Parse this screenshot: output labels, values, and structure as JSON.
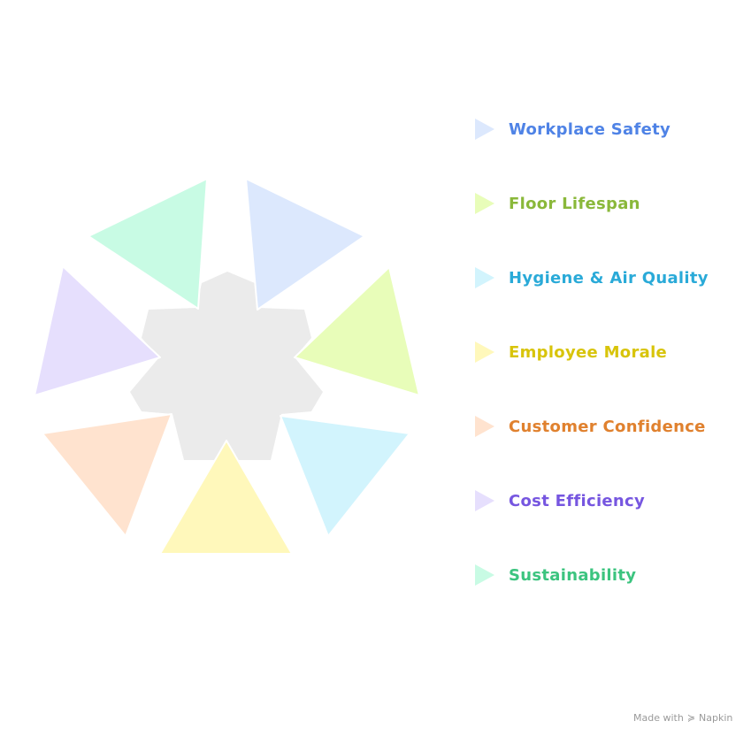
{
  "items": [
    {
      "label": "Workplace Safety",
      "fill": "#dce8fd",
      "color": "#4f83e6"
    },
    {
      "label": "Floor Lifespan",
      "fill": "#e8fdb9",
      "color": "#8ab83a"
    },
    {
      "label": "Hygiene & Air Quality",
      "fill": "#d2f4fd",
      "color": "#2aaad8"
    },
    {
      "label": "Employee Morale",
      "fill": "#fff8bb",
      "color": "#d8c40a"
    },
    {
      "label": "Customer Confidence",
      "fill": "#ffe3cf",
      "color": "#e0812e"
    },
    {
      "label": "Cost Efficiency",
      "fill": "#e6dffd",
      "color": "#7656e0"
    },
    {
      "label": "Sustainability",
      "fill": "#c8fbe4",
      "color": "#3cc47f"
    }
  ],
  "center_fill": "#ebebeb",
  "footer": {
    "made_with": "Made with",
    "brand": "Napkin"
  }
}
